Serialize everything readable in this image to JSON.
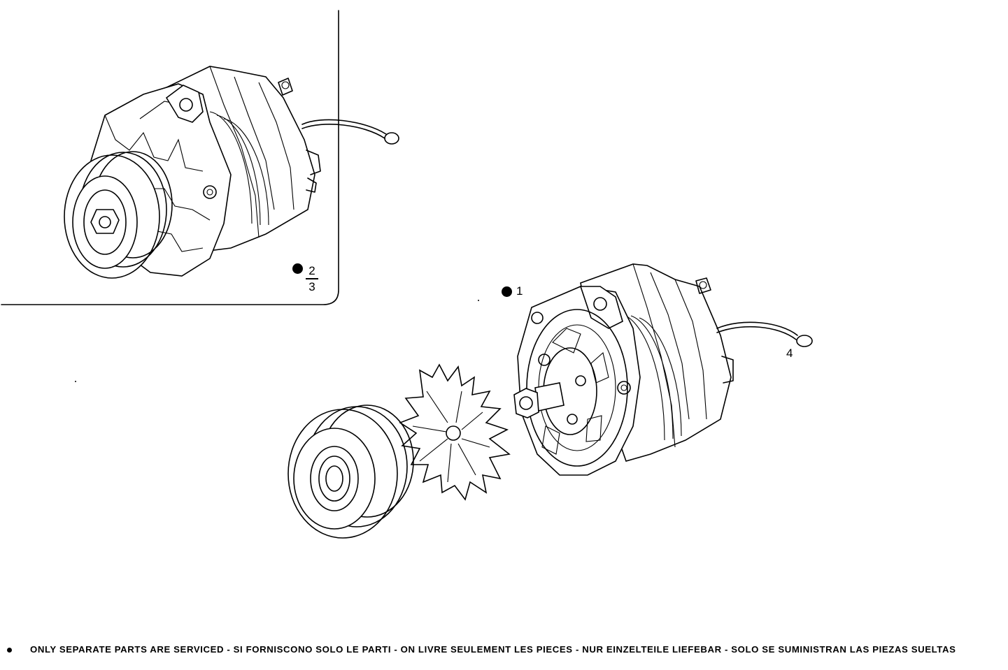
{
  "callouts": {
    "item_1": "1",
    "item_2": "2",
    "item_3": "3",
    "item_4": "4"
  },
  "footer": {
    "note": "ONLY SEPARATE PARTS ARE SERVICED - SI FORNISCONO SOLO LE PARTI - ON LIVRE SEULEMENT LES PIECES - NUR EINZELTEILE LIEFEBAR - SOLO SE SUMINISTRAN LAS PIEZAS SUELTAS"
  },
  "legend": {
    "bullet_meaning": "only separate parts are serviced"
  }
}
